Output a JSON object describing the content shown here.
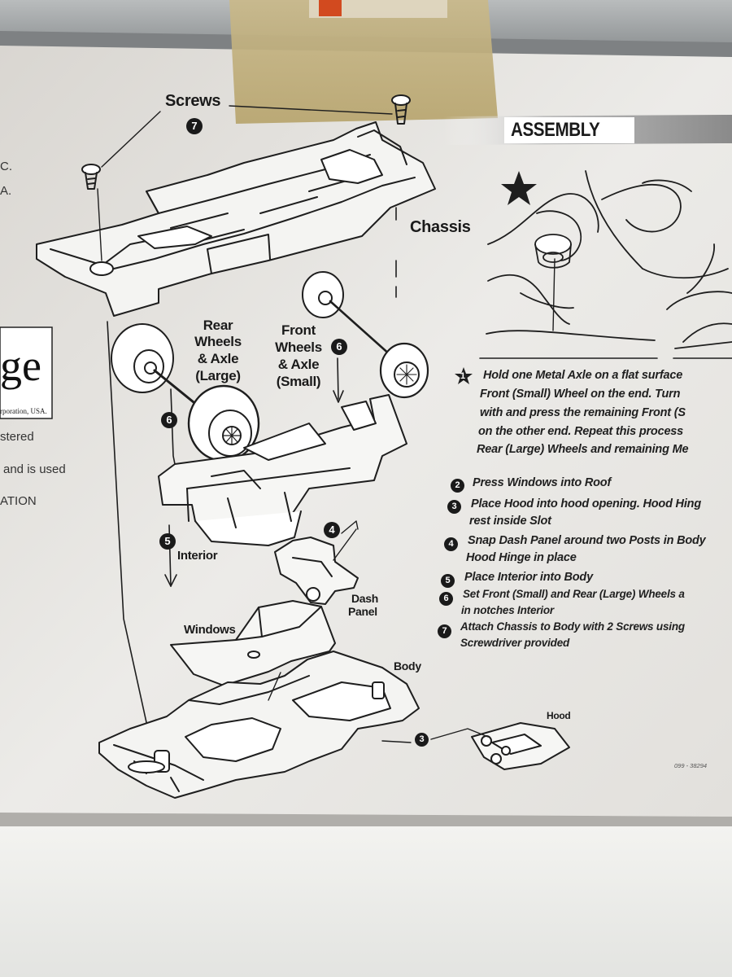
{
  "left_edge": {
    "lines": [
      "C.",
      "A.",
      "stered",
      "and is used",
      "ATION"
    ],
    "logo_text": "ge",
    "logo_subtext": "rporation, USA."
  },
  "diagram": {
    "screws_label": "Screws",
    "screws_num": "7",
    "chassis_label": "Chassis",
    "rear_wheels_label": [
      "Rear",
      "Wheels",
      "& Axle",
      "(Large)"
    ],
    "front_wheels_label": [
      "Front",
      "Wheels",
      "& Axle",
      "(Small)"
    ],
    "step6_num": "6",
    "step5_num": "5",
    "interior_label": "Interior",
    "step4_num": "4",
    "dash_panel_label": [
      "Dash",
      "Panel"
    ],
    "windows_label": "Windows",
    "body_label": "Body",
    "step3_num": "3",
    "hood_label": "Hood"
  },
  "assembly": {
    "title": "ASSEMBLY",
    "star_num": "1",
    "step1_lines": [
      "Hold one Metal Axle on a flat surface",
      "Front (Small) Wheel on the end. Turn",
      "with and press the remaining Front (S",
      "on the other end. Repeat this process",
      "Rear (Large) Wheels and remaining Me"
    ],
    "steps": [
      {
        "num": "2",
        "lines": [
          "Press Windows into Roof"
        ]
      },
      {
        "num": "3",
        "lines": [
          "Place Hood into hood opening. Hood Hing",
          "rest inside Slot"
        ]
      },
      {
        "num": "4",
        "lines": [
          "Snap Dash Panel around two Posts in Body",
          "Hood Hinge in place"
        ]
      },
      {
        "num": "5",
        "lines": [
          "Place Interior into Body"
        ]
      },
      {
        "num": "6",
        "lines": [
          "Set Front (Small) and Rear (Large) Wheels a",
          "in notches Interior"
        ]
      },
      {
        "num": "7",
        "lines": [
          "Attach Chassis to Body with 2 Screws using",
          "Screwdriver provided"
        ]
      }
    ],
    "part_code": "099 - 38294"
  }
}
